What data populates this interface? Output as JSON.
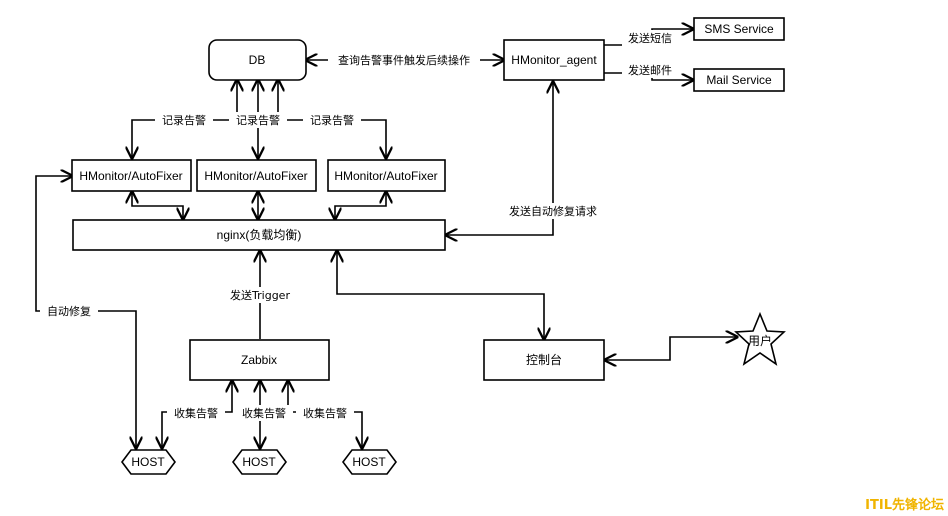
{
  "nodes": {
    "db": "DB",
    "agent": "HMonitor_agent",
    "sms": "SMS Service",
    "mail": "Mail Service",
    "autofixer": [
      "HMonitor/AutoFixer",
      "HMonitor/AutoFixer",
      "HMonitor/AutoFixer"
    ],
    "nginx": "nginx(负载均衡)",
    "zabbix": "Zabbix",
    "console": "控制台",
    "user": "用户",
    "hosts": [
      "HOST",
      "HOST",
      "HOST"
    ]
  },
  "edges": {
    "db_agent": "查询告警事件触发后续操作",
    "send_sms": "发送短信",
    "send_mail": "发送邮件",
    "record_alert": [
      "记录告警",
      "记录告警",
      "记录告警"
    ],
    "auto_fix_request": "发送自动修复请求",
    "auto_fix": "自动修复",
    "send_trigger": "发送Trigger",
    "collect_alert": [
      "收集告警",
      "收集告警",
      "收集告警"
    ]
  },
  "watermark": "ITIL先锋论坛"
}
